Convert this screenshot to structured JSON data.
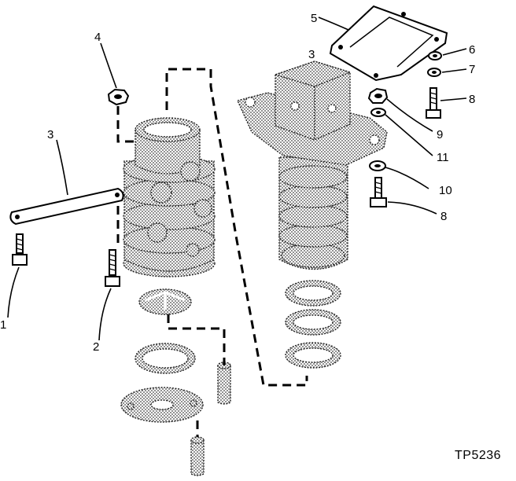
{
  "callouts": [
    {
      "id": "c1",
      "text": "1"
    },
    {
      "id": "c2",
      "text": "2"
    },
    {
      "id": "c3a",
      "text": "3"
    },
    {
      "id": "c3b",
      "text": "3"
    },
    {
      "id": "c4",
      "text": "4"
    },
    {
      "id": "c5",
      "text": "5"
    },
    {
      "id": "c6",
      "text": "6"
    },
    {
      "id": "c7",
      "text": "7"
    },
    {
      "id": "c8a",
      "text": "8"
    },
    {
      "id": "c8b",
      "text": "8"
    },
    {
      "id": "c9",
      "text": "9"
    },
    {
      "id": "c10",
      "text": "10"
    },
    {
      "id": "c11",
      "text": "11"
    }
  ],
  "figure_code": "TP5236"
}
